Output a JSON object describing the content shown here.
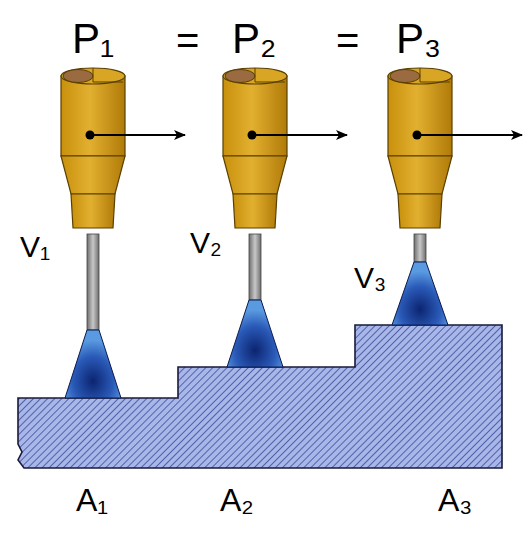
{
  "diagram": {
    "labels": [
      "P₁",
      "=",
      "P₂",
      "=",
      "P₃",
      "V₁",
      "V₂",
      "V₃",
      "A₁",
      "A₂",
      "A₃"
    ]
  }
}
